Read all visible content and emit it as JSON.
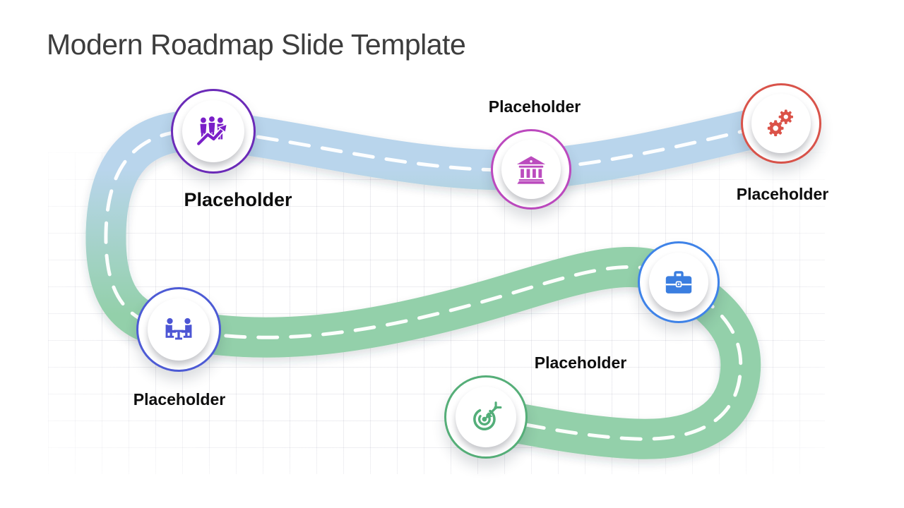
{
  "slide": {
    "title": "Modern Roadmap Slide Template"
  },
  "milestones": [
    {
      "id": "team-growth",
      "icon": "team-growth-icon",
      "label": "Placeholder",
      "ring_color": "#6B2BB8",
      "icon_color": "#7A1FC8"
    },
    {
      "id": "bank",
      "icon": "bank-icon",
      "label": "Placeholder",
      "ring_color": "#BC49BE",
      "icon_color": "#BB4BBE"
    },
    {
      "id": "gears",
      "icon": "gears-icon",
      "label": "Placeholder",
      "ring_color": "#D9534A",
      "icon_color": "#DB5248"
    },
    {
      "id": "meeting",
      "icon": "meeting-icon",
      "label": "Placeholder",
      "ring_color": "#4D5BD5",
      "icon_color": "#4C55D4"
    },
    {
      "id": "briefcase",
      "icon": "briefcase-icon",
      "ring_color": "#3F83E8",
      "icon_color": "#3B7EE0"
    },
    {
      "id": "target",
      "icon": "target-icon",
      "label": "Placeholder",
      "ring_color": "#55AE78",
      "icon_color": "#53AE79"
    }
  ],
  "road": {
    "gradient_start_color": "#B9D5EC",
    "gradient_end_color": "#93D0AA",
    "dash_color": "#FFFFFF"
  }
}
